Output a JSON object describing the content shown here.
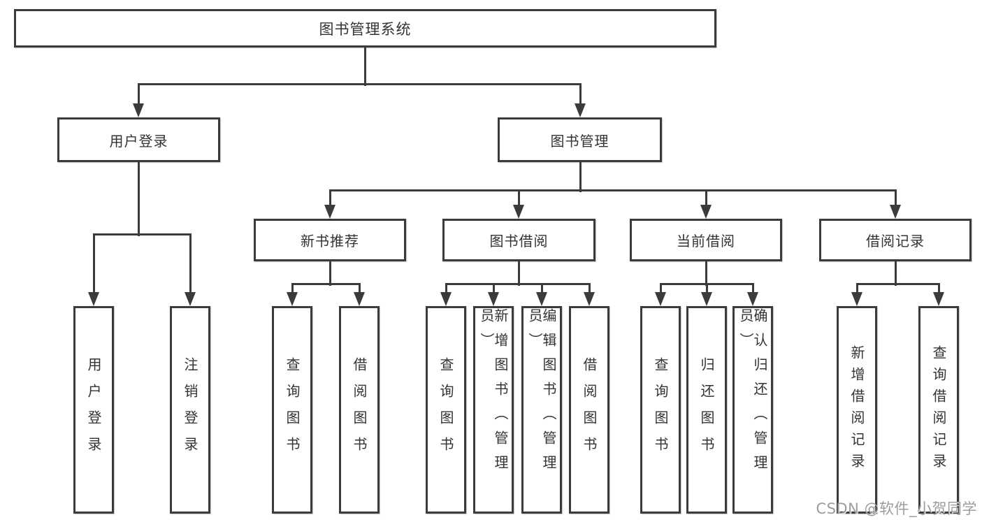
{
  "tree": {
    "root": {
      "label": "图书管理系统"
    },
    "branches": [
      {
        "label": "用户登录",
        "children": [
          {
            "label": "用户登录"
          },
          {
            "label": "注销登录"
          }
        ]
      },
      {
        "label": "图书管理",
        "children": [
          {
            "label": "新书推荐",
            "children": [
              {
                "label": "查询图书"
              },
              {
                "label": "借阅图书"
              }
            ]
          },
          {
            "label": "图书借阅",
            "children": [
              {
                "label": "查询图书"
              },
              {
                "label": "新增图书（管理员）"
              },
              {
                "label": "编辑图书（管理员）"
              },
              {
                "label": "借阅图书"
              }
            ]
          },
          {
            "label": "当前借阅",
            "children": [
              {
                "label": "查询图书"
              },
              {
                "label": "归还图书"
              },
              {
                "label": "确认归还（管理员）"
              }
            ]
          },
          {
            "label": "借阅记录",
            "children": [
              {
                "label": "新增借阅记录"
              },
              {
                "label": "查询借阅记录"
              }
            ]
          }
        ]
      }
    ]
  },
  "watermark": {
    "text": "CSDN @软件_小贺同学"
  },
  "colors": {
    "line": "#3b3b3b",
    "box_border": "#3b3b3b",
    "box_fill": "#ffffff",
    "text": "#333333",
    "watermark": "#9c9c9c"
  }
}
